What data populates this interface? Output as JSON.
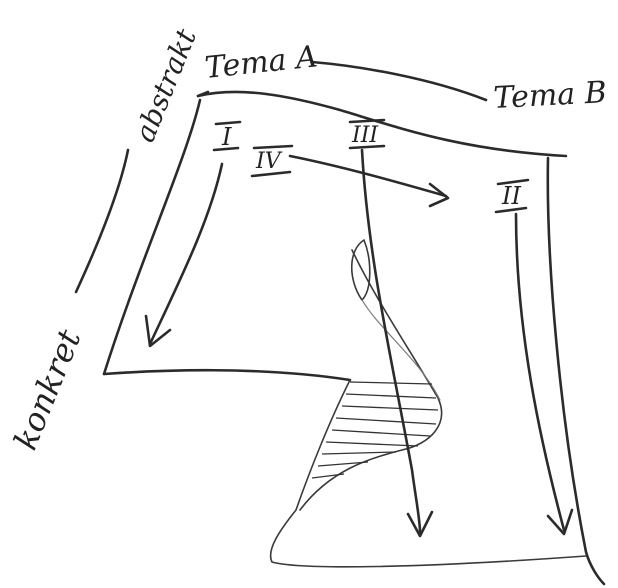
{
  "labels": {
    "tema_a": "Tema A",
    "tema_b": "Tema B",
    "abstrakt": "abstrakt",
    "konkret": "konkret"
  },
  "paths": {
    "p1": "I",
    "p2": "II",
    "p3": "III",
    "p4": "IV"
  }
}
